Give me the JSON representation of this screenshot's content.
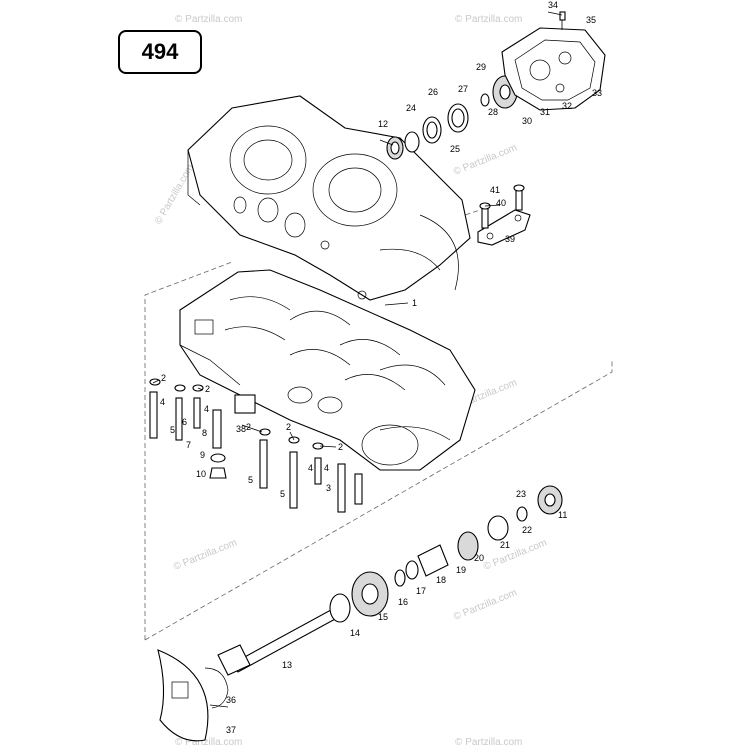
{
  "diagram_number": "494",
  "watermark": "© Partzilla.com",
  "callouts": [
    {
      "id": "c1",
      "text": "1"
    },
    {
      "id": "c2a",
      "text": "2"
    },
    {
      "id": "c2b",
      "text": "2"
    },
    {
      "id": "c2c",
      "text": "2"
    },
    {
      "id": "c2d",
      "text": "2"
    },
    {
      "id": "c2e",
      "text": "2"
    },
    {
      "id": "c3",
      "text": "3"
    },
    {
      "id": "c4a",
      "text": "4"
    },
    {
      "id": "c4b",
      "text": "4"
    },
    {
      "id": "c4c",
      "text": "4"
    },
    {
      "id": "c4d",
      "text": "4"
    },
    {
      "id": "c5a",
      "text": "5"
    },
    {
      "id": "c5b",
      "text": "5"
    },
    {
      "id": "c5c",
      "text": "5"
    },
    {
      "id": "c6",
      "text": "6"
    },
    {
      "id": "c7",
      "text": "7"
    },
    {
      "id": "c8",
      "text": "8"
    },
    {
      "id": "c9",
      "text": "9"
    },
    {
      "id": "c10",
      "text": "10"
    },
    {
      "id": "c11",
      "text": "11"
    },
    {
      "id": "c12",
      "text": "12"
    },
    {
      "id": "c13",
      "text": "13"
    },
    {
      "id": "c14",
      "text": "14"
    },
    {
      "id": "c15",
      "text": "15"
    },
    {
      "id": "c16",
      "text": "16"
    },
    {
      "id": "c17",
      "text": "17"
    },
    {
      "id": "c18",
      "text": "18"
    },
    {
      "id": "c19",
      "text": "19"
    },
    {
      "id": "c20",
      "text": "20"
    },
    {
      "id": "c21",
      "text": "21"
    },
    {
      "id": "c22",
      "text": "22"
    },
    {
      "id": "c23",
      "text": "23"
    },
    {
      "id": "c24",
      "text": "24"
    },
    {
      "id": "c25",
      "text": "25"
    },
    {
      "id": "c26",
      "text": "26"
    },
    {
      "id": "c27",
      "text": "27"
    },
    {
      "id": "c28",
      "text": "28"
    },
    {
      "id": "c29",
      "text": "29"
    },
    {
      "id": "c30",
      "text": "30"
    },
    {
      "id": "c31",
      "text": "31"
    },
    {
      "id": "c32",
      "text": "32"
    },
    {
      "id": "c33",
      "text": "33"
    },
    {
      "id": "c34",
      "text": "34"
    },
    {
      "id": "c35",
      "text": "35"
    },
    {
      "id": "c36",
      "text": "36"
    },
    {
      "id": "c37",
      "text": "37"
    },
    {
      "id": "c38",
      "text": "38"
    },
    {
      "id": "c39",
      "text": "39"
    },
    {
      "id": "c40",
      "text": "40"
    },
    {
      "id": "c41",
      "text": "41"
    }
  ]
}
